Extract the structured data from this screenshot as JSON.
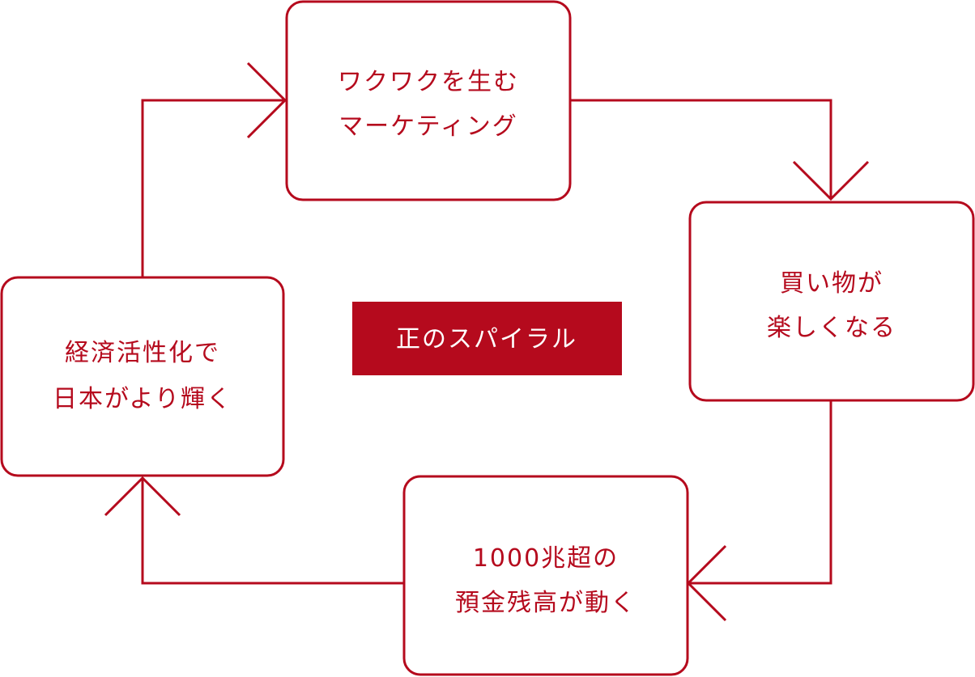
{
  "colors": {
    "accent": "#b50a1d",
    "background": "#ffffff",
    "center_text": "#ffffff"
  },
  "center": {
    "label": "正のスパイラル"
  },
  "nodes": [
    {
      "id": "marketing",
      "lines": [
        "ワクワクを生む",
        "マーケティング"
      ]
    },
    {
      "id": "shopping",
      "lines": [
        "買い物が",
        "楽しくなる"
      ]
    },
    {
      "id": "deposits",
      "lines": [
        "1000兆超の",
        "預金残高が動く"
      ]
    },
    {
      "id": "economy",
      "lines": [
        "経済活性化で",
        "日本がより輝く"
      ]
    }
  ]
}
